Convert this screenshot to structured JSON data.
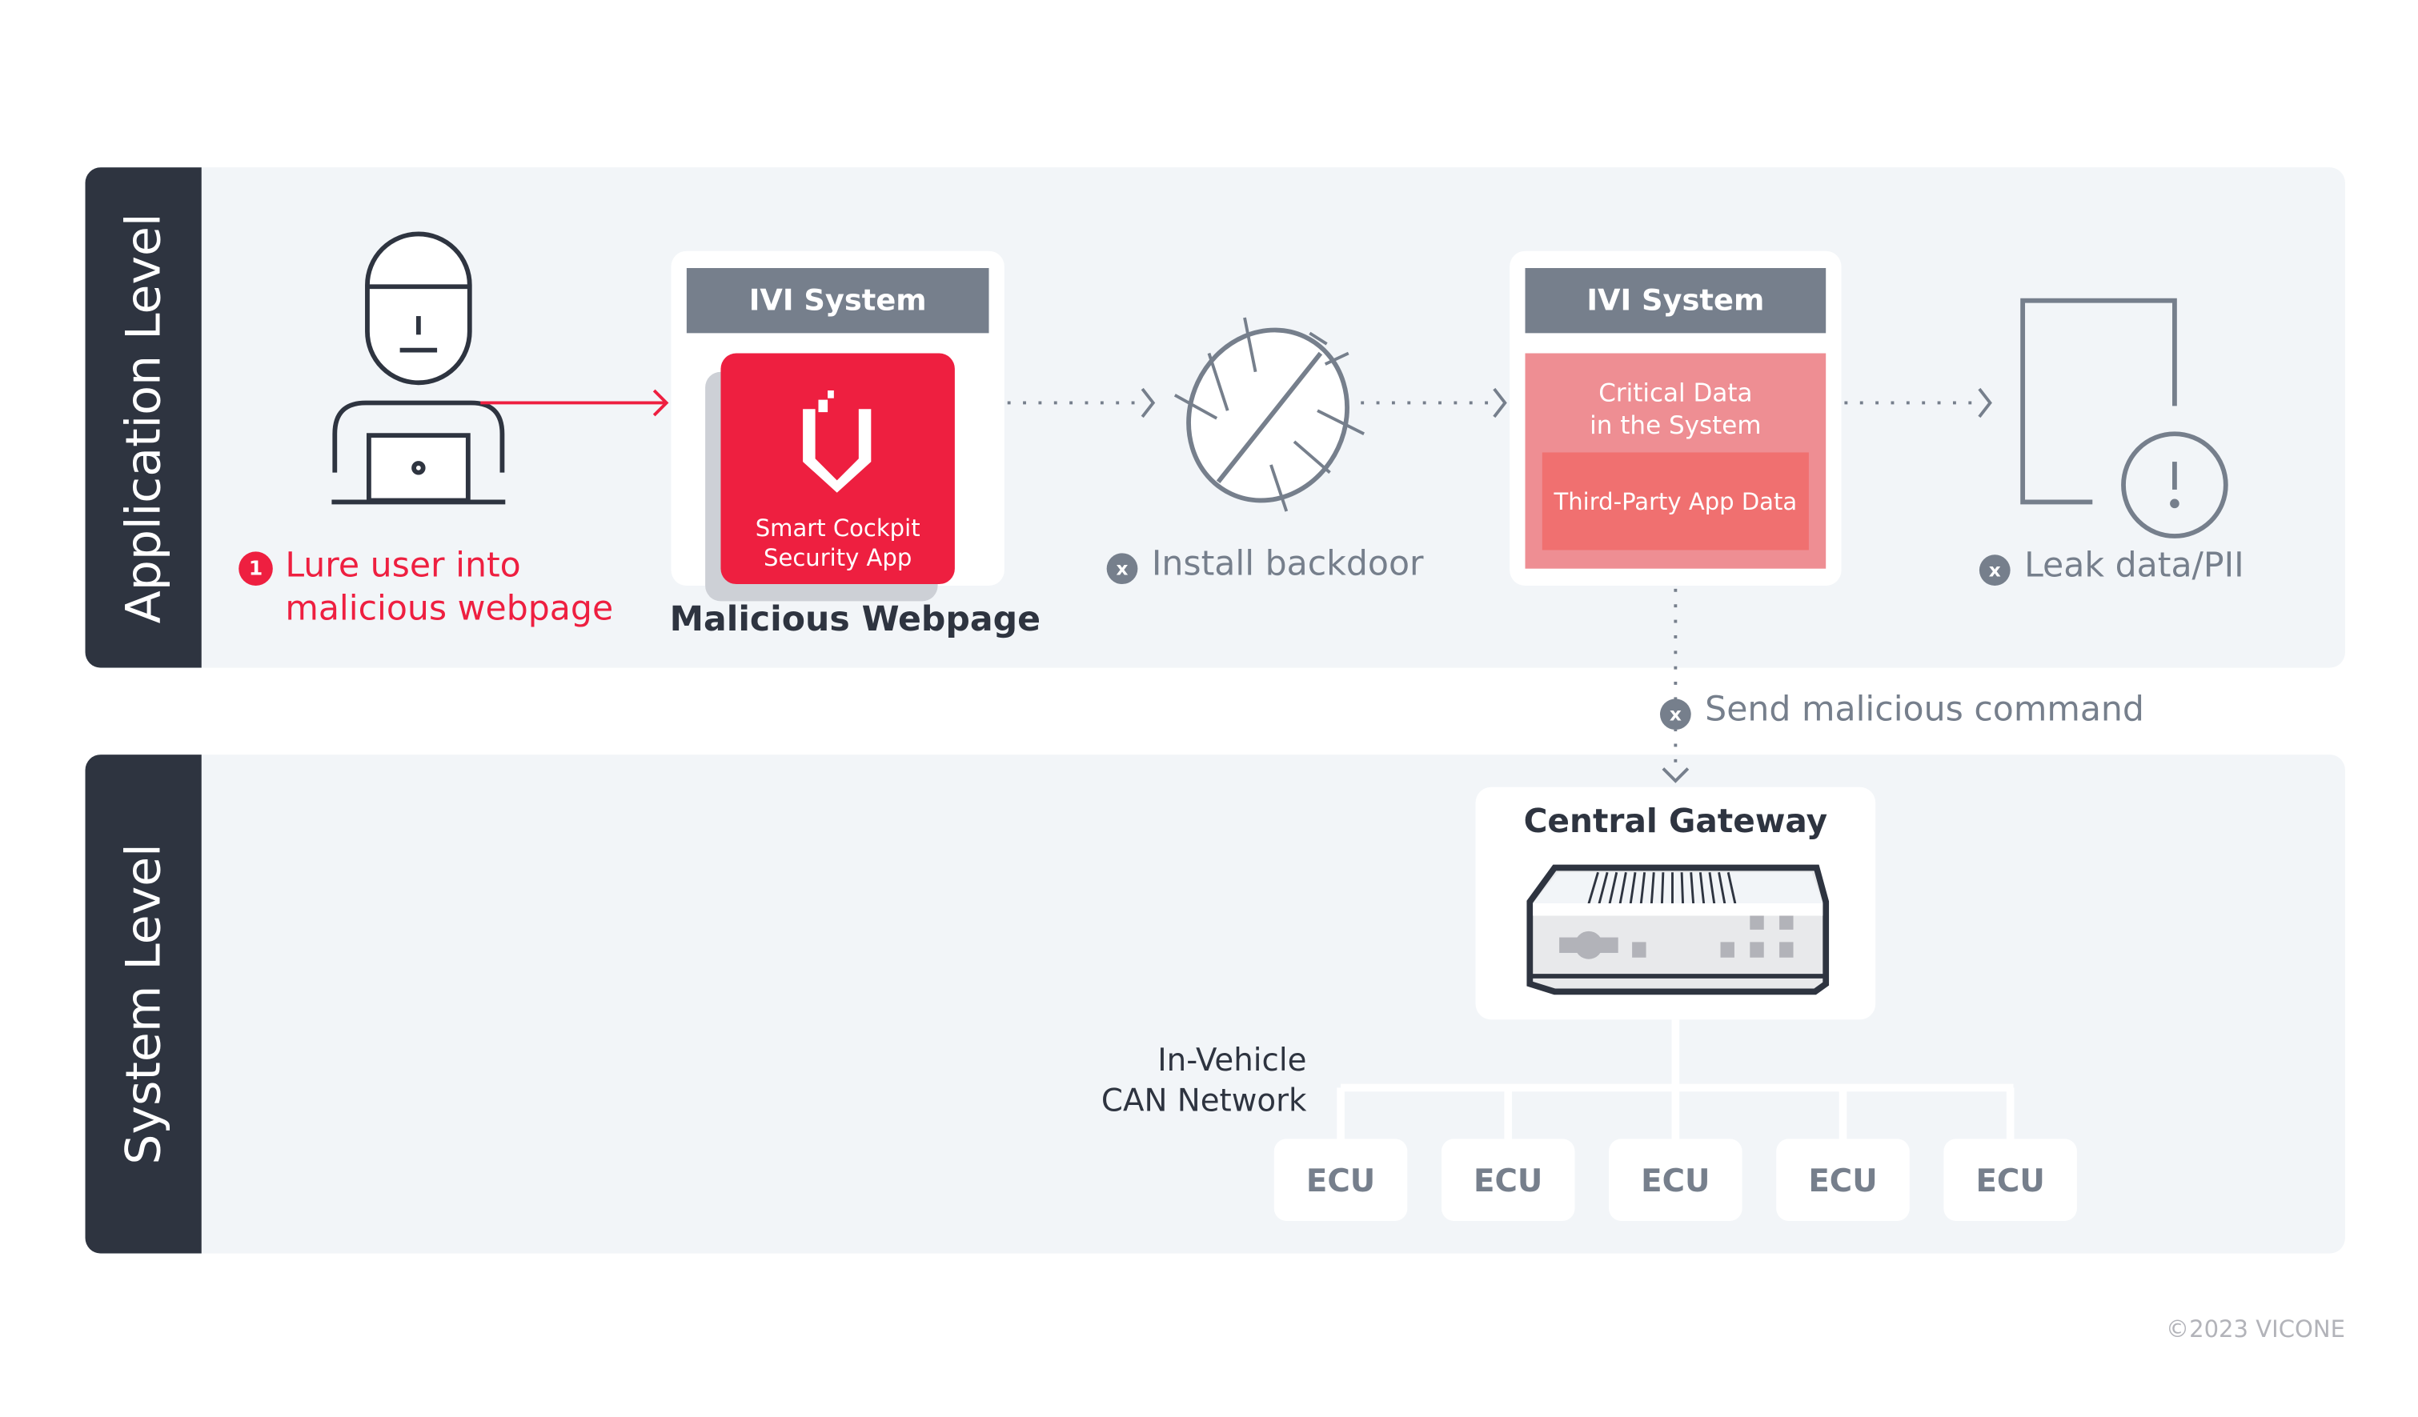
{
  "levels": {
    "application": "Application Level",
    "system": "System Level"
  },
  "steps": {
    "lure_number": "1",
    "lure_line1": "Lure user into",
    "lure_line2": "malicious webpage",
    "install_backdoor": "Install backdoor",
    "leak_data": "Leak data/PII",
    "send_command": "Send malicious command",
    "x_glyph": "x"
  },
  "ivi_left": {
    "header": "IVI System",
    "app_line1": "Smart Cockpit",
    "app_line2": "Security App",
    "caption": "Malicious Webpage"
  },
  "ivi_right": {
    "header": "IVI System",
    "critical_line1": "Critical Data",
    "critical_line2": "in the System",
    "third_party": "Third-Party App Data"
  },
  "gateway": {
    "title": "Central Gateway"
  },
  "network": {
    "line1": "In-Vehicle",
    "line2": "CAN Network"
  },
  "ecus": [
    "ECU",
    "ECU",
    "ECU",
    "ECU",
    "ECU"
  ],
  "copyright": "©2023 VICONE",
  "colors": {
    "accent_red": "#ee1f40",
    "gray": "#767f8c",
    "dark": "#2e3440",
    "pink": "#ee8e93",
    "salmon": "#f07070",
    "panel": "#f2f5f8"
  }
}
